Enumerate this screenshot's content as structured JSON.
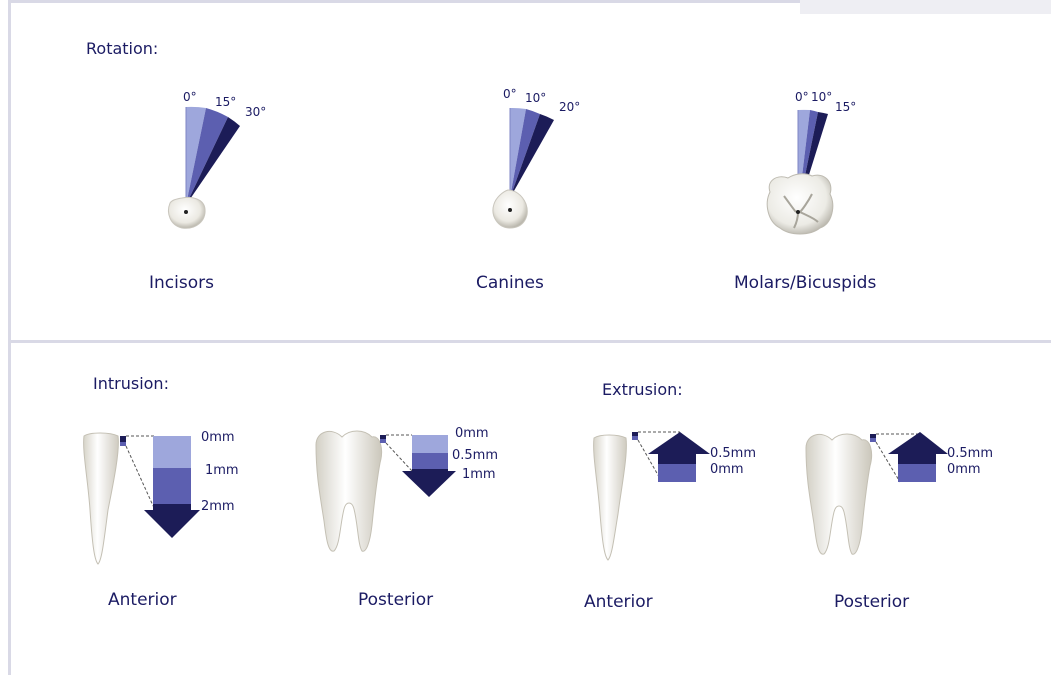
{
  "rotation": {
    "title": "Rotation:",
    "items": [
      {
        "label": "Incisors",
        "angles": [
          "0°",
          "15°",
          "30°"
        ]
      },
      {
        "label": "Canines",
        "angles": [
          "0°",
          "10°",
          "20°"
        ]
      },
      {
        "label": "Molars/Bicuspids",
        "angles": [
          "0°",
          "10°",
          "15°"
        ]
      }
    ]
  },
  "intrusion": {
    "title": "Intrusion:",
    "anterior": {
      "label": "Anterior",
      "values": [
        "0mm",
        "1mm",
        "2mm"
      ]
    },
    "posterior": {
      "label": "Posterior",
      "values": [
        "0mm",
        "0.5mm",
        "1mm"
      ]
    }
  },
  "extrusion": {
    "title": "Extrusion:",
    "anterior": {
      "label": "Anterior",
      "values": [
        "0.5mm",
        "0mm"
      ]
    },
    "posterior": {
      "label": "Posterior",
      "values": [
        "0.5mm",
        "0mm"
      ]
    }
  },
  "colors": {
    "light": "#9ea7dc",
    "mid": "#5c5fb0",
    "dark": "#1c1c57",
    "frame": "#d9d9e6"
  }
}
